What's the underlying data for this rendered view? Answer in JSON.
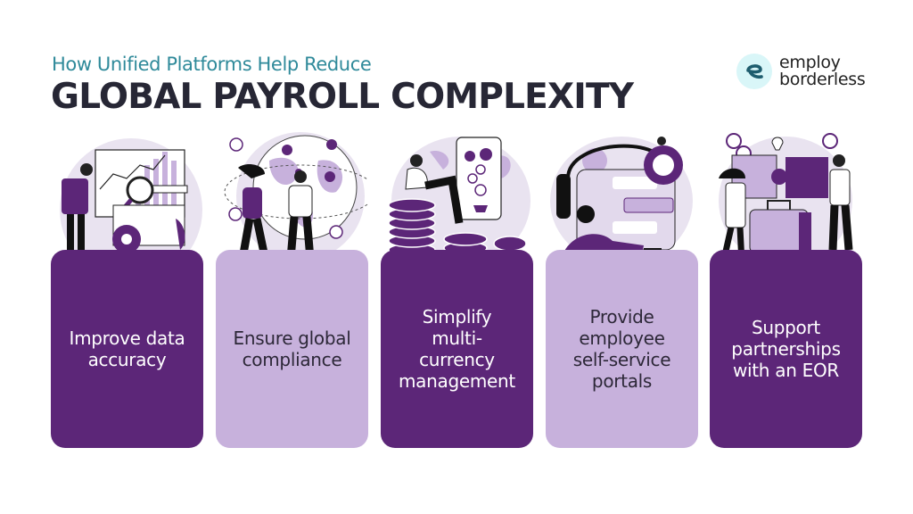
{
  "header": {
    "subtitle": "How Unified Platforms Help Reduce",
    "title": "GLOBAL PAYROLL COMPLEXITY"
  },
  "logo": {
    "icon": "e-letter-icon",
    "line1": "employ",
    "line2": "borderless",
    "badge_color": "#d9f6f8",
    "glyph_color": "#1e5d6e"
  },
  "colors": {
    "dark_purple": "#5c2678",
    "light_purple": "#c7b1dc",
    "bubble": "#e9e3f0",
    "title": "#272735",
    "subtitle": "#2f8a9a"
  },
  "cards": [
    {
      "label": "Improve data accuracy",
      "lines": [
        "Improve data",
        "accuracy"
      ],
      "style": "dark",
      "illustration": "analytics-magnifier-illustration"
    },
    {
      "label": "Ensure global compliance",
      "lines": [
        "Ensure global",
        "compliance"
      ],
      "style": "light",
      "illustration": "globe-handshake-illustration"
    },
    {
      "label": "Simplify multi-currency management",
      "lines": [
        "Simplify",
        "multi-",
        "currency",
        "management"
      ],
      "style": "dark",
      "illustration": "coins-phone-illustration"
    },
    {
      "label": "Provide employee self-service portals",
      "lines": [
        "Provide",
        "employee",
        "self-service",
        "portals"
      ],
      "style": "light",
      "illustration": "headset-portal-illustration"
    },
    {
      "label": "Support partnerships with an EOR",
      "lines": [
        "Support",
        "partnerships",
        "with an EOR"
      ],
      "style": "dark",
      "illustration": "puzzle-briefcase-illustration"
    }
  ]
}
